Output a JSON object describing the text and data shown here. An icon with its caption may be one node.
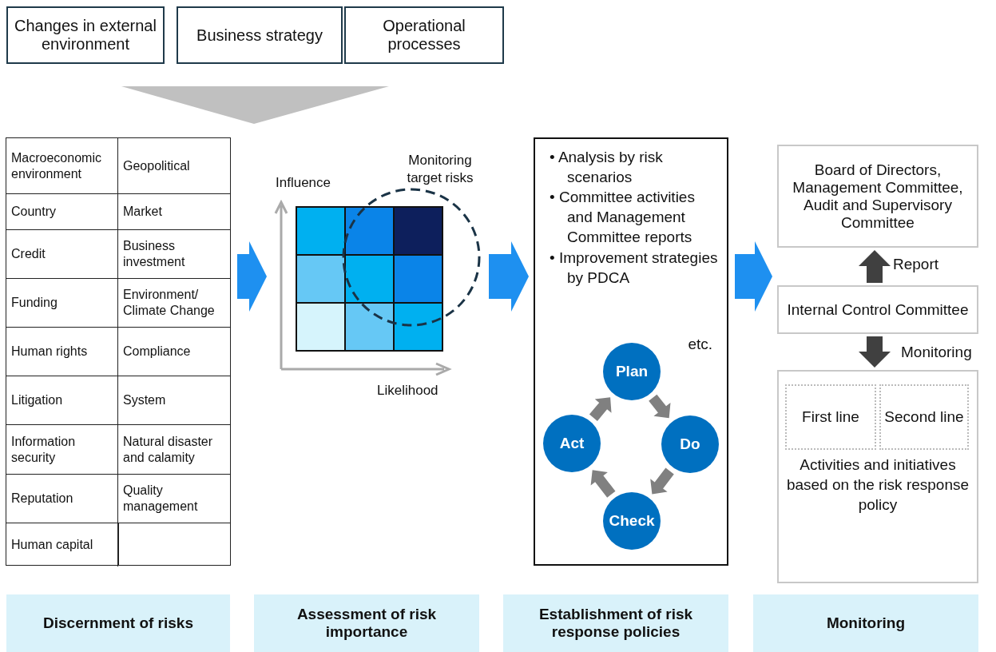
{
  "diagram": {
    "nodes": [
      {
        "text": [
          "Changes in external environment"
        ]
      },
      {
        "text": [
          "Business strategy"
        ]
      },
      {
        "text": [
          "Operational processes"
        ]
      },
      {
        "text": [],
        "shape": "box"
      },
      {
        "text": [],
        "shape": "picture",
        "beside": [
          "Influence",
          "Likelihood"
        ]
      },
      {
        "text": [
          "• Analysis by risk scenarios",
          "• Committee activities and Management Committee reports",
          "• Improvement strategies by PDCA",
          "etc."
        ]
      },
      {
        "text": [
          "Plan"
        ],
        "in": 5
      },
      {
        "text": [
          "Do"
        ],
        "in": 5
      },
      {
        "text": [
          "Check"
        ],
        "in": 5
      },
      {
        "text": [
          "Act"
        ],
        "in": 5
      },
      {
        "text": [
          "Board of Directors, Management Committee, Audit and Supervisory Committee"
        ]
      },
      {
        "text": [
          "Internal Control Committee"
        ]
      },
      {
        "text": [
          "Activities and initiatives based on the risk response policy"
        ]
      },
      {
        "text": [
          "First line"
        ],
        "in": 12
      },
      {
        "text": [
          "Second line"
        ],
        "in": 12
      },
      {
        "text": [
          "Discernment of risks"
        ]
      },
      {
        "text": [
          "Assessment of risk importance"
        ]
      },
      {
        "text": [
          "Establishment of risk response policies"
        ]
      },
      {
        "text": [
          "Monitoring"
        ]
      },
      {
        "text": [
          "Monitoring target risks"
        ]
      }
    ],
    "edges": [
      {
        "from": 3,
        "to": 4,
        "arrow": "to"
      },
      {
        "from": 4,
        "to": 5,
        "arrow": "to"
      },
      {
        "from": 5,
        "to": 11,
        "arrow": "to"
      },
      {
        "from": 11,
        "to": 10,
        "arrow": "to",
        "label": "Report"
      },
      {
        "from": 11,
        "to": 12,
        "arrow": "to",
        "label": "Monitoring"
      },
      {
        "from": 6,
        "to": 7,
        "arrow": "to"
      },
      {
        "from": 7,
        "to": 8,
        "arrow": "to"
      },
      {
        "from": 8,
        "to": 9,
        "arrow": "to"
      },
      {
        "from": 9,
        "to": 6,
        "arrow": "to"
      }
    ],
    "labels": [
      "Macroeconomic environment",
      "Geopolitical",
      "Country",
      "Market",
      "Credit",
      "Business investment",
      "Funding",
      "Environment/ Climate Change",
      "Human rights",
      "Compliance",
      "Litigation",
      "System",
      "Information security",
      "Natural disaster and calamity",
      "Reputation",
      "Quality management",
      "Human capital"
    ]
  }
}
